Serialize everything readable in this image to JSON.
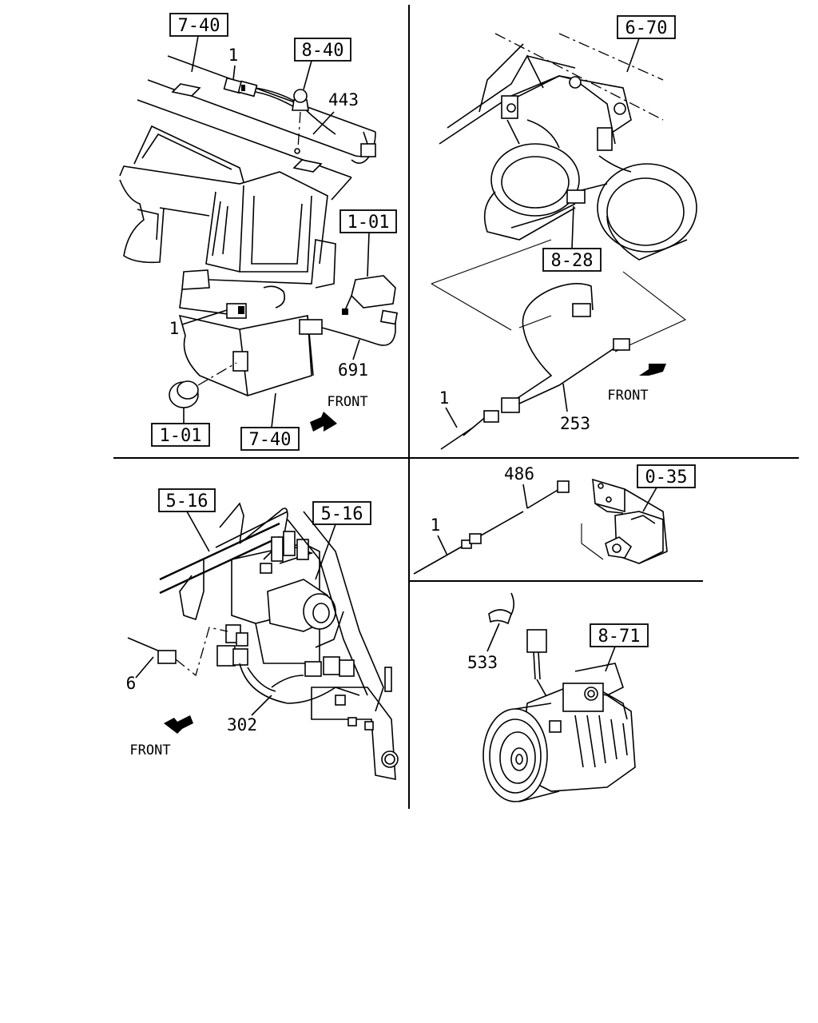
{
  "panel_top_left": {
    "ref_7_40_top": "7-40",
    "ref_8_40": "8-40",
    "ref_1_01_right": "1-01",
    "ref_1_01_bottom": "1-01",
    "ref_7_40_bottom": "7-40",
    "part_1_top": "1",
    "part_443": "443",
    "part_1_left": "1",
    "part_691": "691",
    "front_label": "FRONT"
  },
  "panel_top_right": {
    "ref_6_70": "6-70",
    "ref_8_28": "8-28",
    "part_1": "1",
    "part_253": "253",
    "front_label": "FRONT"
  },
  "panel_bottom_left": {
    "ref_5_16_left": "5-16",
    "ref_5_16_right": "5-16",
    "part_6": "6",
    "part_302": "302",
    "front_label": "FRONT"
  },
  "panel_middle_right": {
    "ref_0_35": "0-35",
    "part_486": "486",
    "part_1": "1"
  },
  "panel_bottom_right": {
    "ref_8_71": "8-71",
    "part_533": "533"
  }
}
